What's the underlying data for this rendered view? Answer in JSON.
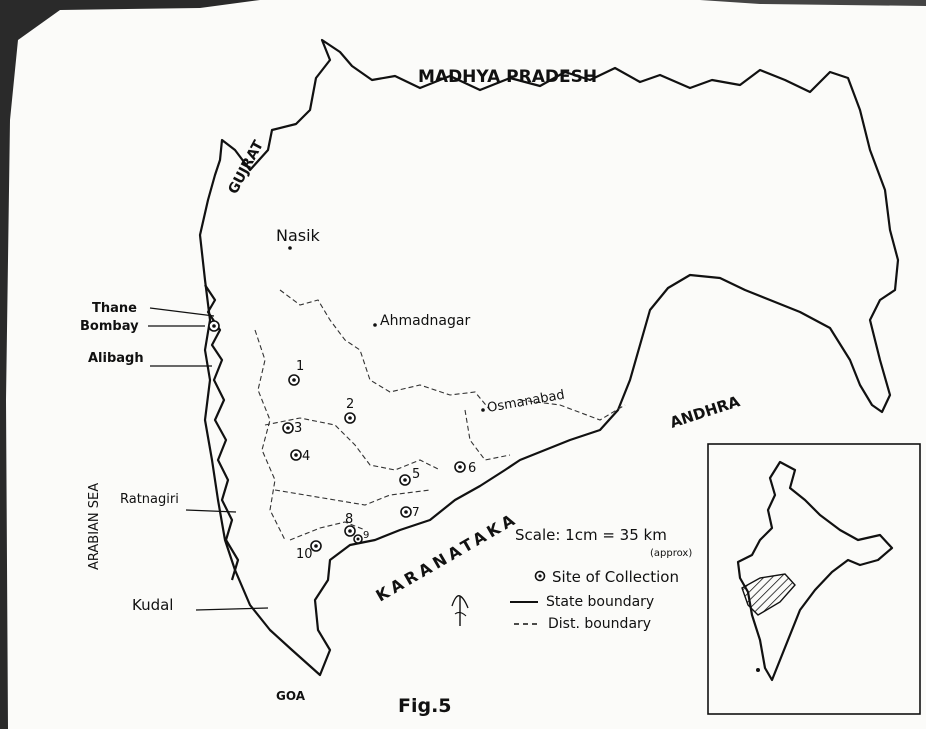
{
  "figure_label": "Fig.5",
  "regions": {
    "madhya_pradesh": "MADHYA PRADESH",
    "gujrat": "GUJRAT",
    "andhra": "ANDHRA",
    "karanataka": "KARANATAKA",
    "arabian_sea": "ARABIAN SEA",
    "goa": "GOA"
  },
  "places": {
    "nasik": "Nasik",
    "ahmadnagar": "Ahmadnagar",
    "osmanabad": "Osmanabad",
    "thane": "Thane",
    "bombay": "Bombay",
    "alibagh": "Alibagh",
    "ratnagiri": "Ratnagiri",
    "kudal": "Kudal"
  },
  "sites": [
    "1",
    "2",
    "3",
    "4",
    "5",
    "6",
    "7",
    "8",
    "9",
    "10"
  ],
  "scale": {
    "text": "Scale:  1cm = 35 km",
    "approx": "(approx)"
  },
  "legend": {
    "site": "Site of Collection",
    "state": "State boundary",
    "dist": "Dist. boundary"
  },
  "north_arrow": "N-arrow-icon"
}
